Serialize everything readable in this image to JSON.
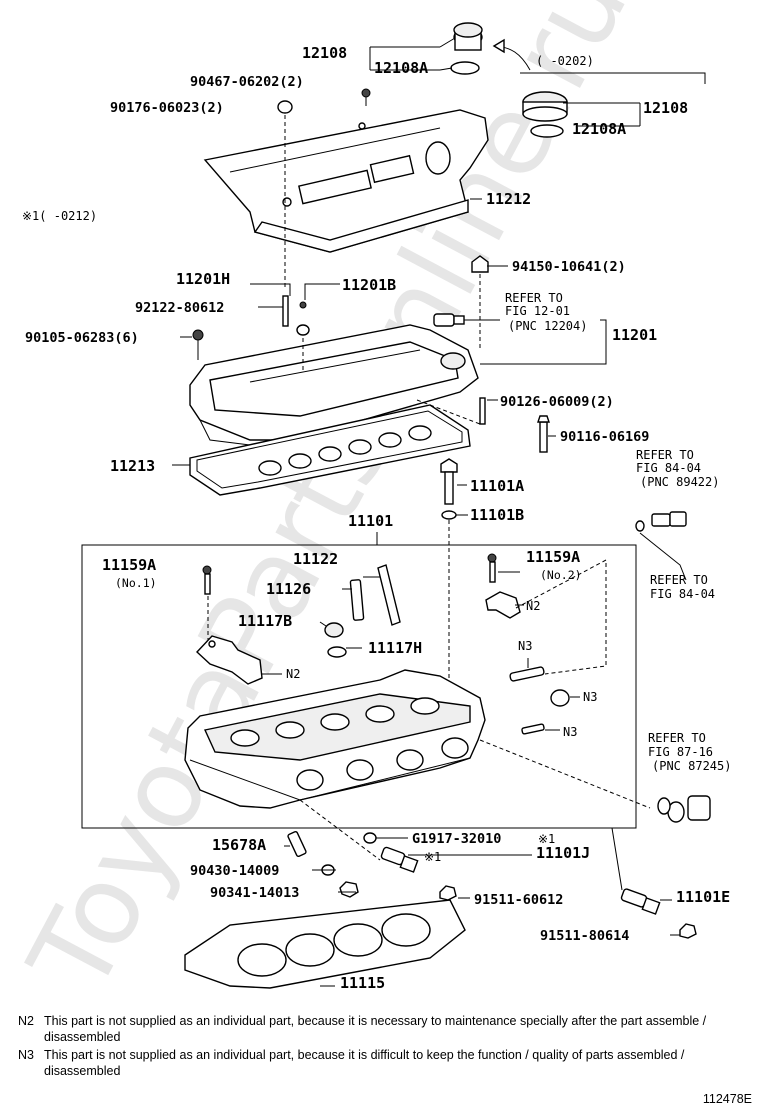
{
  "watermark": "ToyotaPartsOnline.ru",
  "labels": {
    "p12108_top": "12108",
    "p12108A_top": "12108A",
    "period_0202": "(      -0202)",
    "p12108_right": "12108",
    "p12108A_right": "12108A",
    "p90467": "90467-06202(2)",
    "p90176": "90176-06023(2)",
    "note1_0212": "※1(      -0212)",
    "p11212": "11212",
    "p94150": "94150-10641(2)",
    "p11201H": "11201H",
    "p11201B": "11201B",
    "p92122": "92122-80612",
    "refer_1201_a": "REFER TO",
    "refer_1201_b": "FIG 12-01",
    "refer_1201_c": "(PNC 12204)",
    "p11201": "11201",
    "p90105": "90105-06283(6)",
    "p90126": "90126-06009(2)",
    "p90116": "90116-06169",
    "refer_8404a_a": "REFER TO",
    "refer_8404a_b": "FIG 84-04",
    "refer_8404a_c": "(PNC 89422)",
    "p11213": "11213",
    "p11101A": "11101A",
    "p11101B": "11101B",
    "p11101": "11101",
    "refer_8404b_a": "REFER TO",
    "refer_8404b_b": "FIG 84-04",
    "p11159A_l": "11159A",
    "no1": "(No.1)",
    "p11122": "11122",
    "p11159A_r": "11159A",
    "no2": "(No.2)",
    "p11126": "11126",
    "n2_right": "N2",
    "p11117B": "11117B",
    "p11117H": "11117H",
    "n3_a": "N3",
    "n2_left": "N2",
    "n3_b": "N3",
    "n3_c": "N3",
    "refer_8716_a": "REFER TO",
    "refer_8716_b": "FIG 87-16",
    "refer_8716_c": "(PNC 87245)",
    "p15678A": "15678A",
    "pG1917": "G1917-32010",
    "mark_1a": "※1",
    "mark_1b": "※1",
    "p11101J": "11101J",
    "p90430": "90430-14009",
    "p90341": "90341-14013",
    "p91511_606": "91511-60612",
    "p11101E": "11101E",
    "p91511_806": "91511-80614",
    "p11115": "11115"
  },
  "notes": [
    {
      "key": "N2",
      "text": "This part is not supplied as an individual part, because it is necessary to maintenance specially after the part assemble / disassembled"
    },
    {
      "key": "N3",
      "text": "This part is not supplied as an individual part, because it is difficult to keep the function / quality of parts assembled / disassembled"
    }
  ],
  "figure_code": "112478E"
}
